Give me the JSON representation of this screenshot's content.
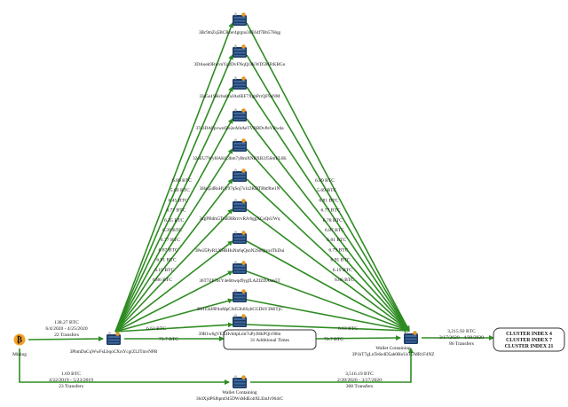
{
  "nodes": {
    "mining": {
      "label": "Mining"
    },
    "source": {
      "label": "3PbmDuCqWwFsLbqoCXrsYcgrZLJTmvNPB"
    },
    "sink": {
      "title": "Wallet Containing",
      "label": "3P1kT7gLnTe6e4D5ab0HoUs1UMR1F4NZ"
    },
    "bottom_wallet": {
      "title": "Wallet Containing",
      "label": "364XjdP6Jbpm945DWsMdEobXLEmJv964rC"
    },
    "additional": {
      "label": "31 Additional Times"
    },
    "cluster": {
      "lines": [
        "CLUSTER INDEX 4",
        "CLUSTER INDEX 7",
        "CLUSTER INDEX 21"
      ]
    }
  },
  "intermediates": [
    {
      "address": "3Bc9mZq5BCRcer4grgns38E64f7Bb57Hqg",
      "amount": "6.89 BTC"
    },
    {
      "address": "3DAoek9RwvnYg2DvFNqQr3KWD5MFtKBGo",
      "amount": "5.69 BTC"
    },
    {
      "address": "33d5o1SHcbu8ruJAs6EF7XghPrrQF9nNM",
      "amount": "6.45 BTC"
    },
    {
      "address": "37e3DAFpvwnfZe2eA6tAeTVBBDvPeVRwda",
      "amount": "6.77 BTC"
    },
    {
      "address": "32oEU7WyHAKC3bm7yBmXNBXB2J5SmFL6K",
      "amount": "6.35 BTC"
    },
    {
      "address": "3Haq5dRsHUy97qSoj7s1z2KDTBbt9be1N",
      "amount": "6.39 BTC"
    },
    {
      "address": "34gPBdm5TtuERRrrcvRJv6ggXCsQsUWq",
      "amount": "6.77 BTC"
    },
    {
      "address": "3PeiJ5PyRLXHBHuNn6qQsnN2SnQiys4TkDui",
      "amount": "6.87 BTC"
    },
    {
      "address": "36T7ZP7ocY4e6ttwqd9ygfLAZfZDAsm5T",
      "amount": "6.91 BTC"
    },
    {
      "address": "38t1t5hJ8P4uMpC6d53h6SybCGDhY3MiTjC",
      "amount": "6.19 BTC"
    },
    {
      "address": "39B1w6gVEXHvbttpLmt7uPyJHkPQiv90m",
      "amount": "6.86 BTC"
    }
  ],
  "inflow_amounts_sink": [
    "6.89 BTC",
    "5.69 BTC",
    "6.81 BTC",
    "6.77 BTC",
    "6.78 BTC",
    "6.87 BTC",
    "6.81 BTC",
    "6.79 BTC",
    "6.91 BTC",
    "6.19 BTC",
    "6.86 BTC"
  ],
  "amount_last_left": "6.63 BTC",
  "amount_last_right": "6.63 BTC",
  "edges": {
    "mining_to_source": {
      "amount": "138.27 BTC",
      "dates": "6/4/2020 - 4/25/2020",
      "count": "22 Transfers"
    },
    "source_to_additional": {
      "amount": "73.7 BTC"
    },
    "additional_to_sink": {
      "amount": "73.7 BTC"
    },
    "sink_to_cluster": {
      "amount": "3,215.92 BTC",
      "dates": "3/17/2020 - 4/30/2020",
      "count": "86 Transfers"
    },
    "mining_to_bottom": {
      "amount": "1.69 BTC",
      "dates": "4/22/2019 - 5/23/2019",
      "count": "23 Transfers"
    },
    "bottom_to_sink": {
      "amount": "3,516.19 BTC",
      "dates": "2/28/2020 - 3/17/2020",
      "count": "308 Transfers"
    }
  },
  "colors": {
    "edge": "#2e8b22",
    "icon_dark": "#1f3b63",
    "icon_mid": "#3e6aa0",
    "bitcoin": "#f4a126"
  }
}
